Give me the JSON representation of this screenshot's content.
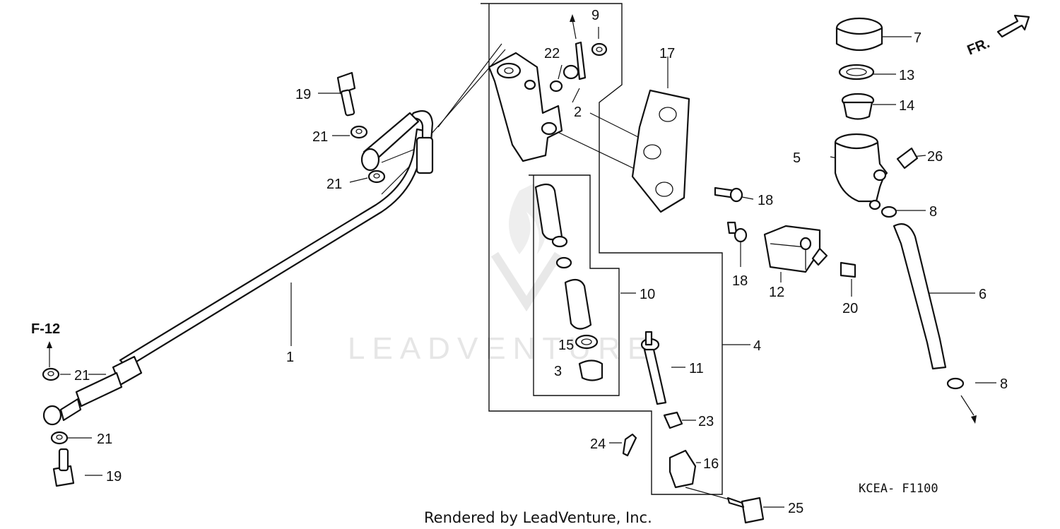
{
  "diagram": {
    "callouts": [
      "1",
      "2",
      "3",
      "4",
      "5",
      "6",
      "7",
      "8",
      "8",
      "9",
      "10",
      "11",
      "12",
      "13",
      "14",
      "15",
      "16",
      "17",
      "18",
      "18",
      "19",
      "19",
      "20",
      "21",
      "21",
      "21",
      "21",
      "22",
      "23",
      "24",
      "25",
      "26"
    ],
    "reference_label": "F-12",
    "direction_label": "FR.",
    "diagram_code": "KCEA- F1100",
    "watermark_text": "LEADVENTURE",
    "footer_credit": "Rendered by LeadVenture, Inc."
  }
}
